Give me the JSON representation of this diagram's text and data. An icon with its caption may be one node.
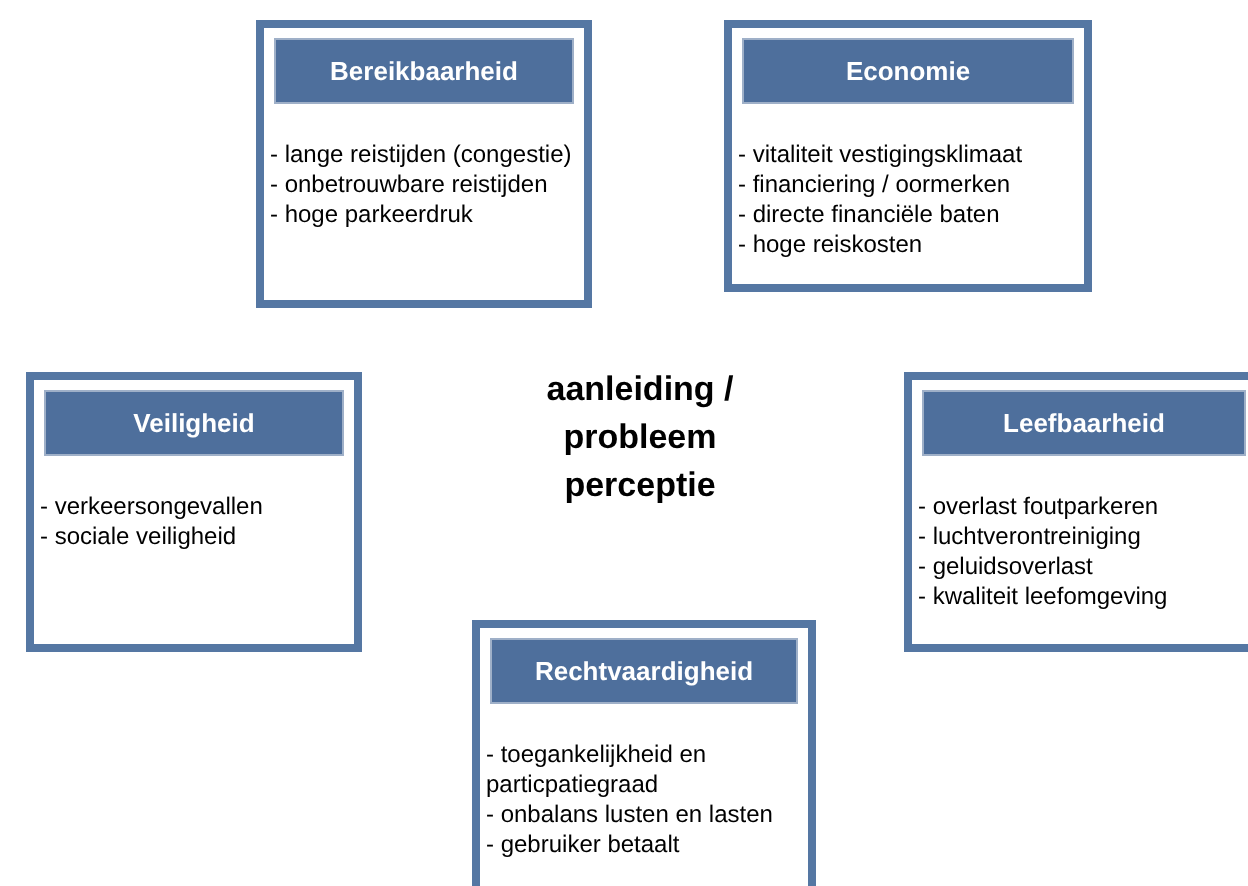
{
  "diagram": {
    "nodes": [
      {
        "text": [
          "Bereikbaarheid",
          "- lange reistijden (congestie)",
          "- onbetrouwbare reistijden",
          "- hoge parkeerdruk"
        ]
      },
      {
        "text": [
          "Economie",
          "- vitaliteit vestigingsklimaat",
          "- financiering / oormerken",
          "- directe financiële baten",
          "- hoge reiskosten"
        ]
      },
      {
        "text": [
          "Veiligheid",
          "- verkeersongevallen",
          "- sociale veiligheid"
        ]
      },
      {
        "text": [
          "Leefbaarheid",
          "- overlast foutparkeren",
          "- luchtverontreiniging",
          "- geluidsoverlast",
          "- kwaliteit leefomgeving"
        ]
      },
      {
        "text": [
          "Rechtvaardigheid",
          "- toegankelijkheid en particpatiegraad",
          "- onbalans lusten en lasten",
          "- gebruiker betaalt"
        ]
      }
    ],
    "labels": [
      "aanleiding / probleem perceptie"
    ]
  }
}
